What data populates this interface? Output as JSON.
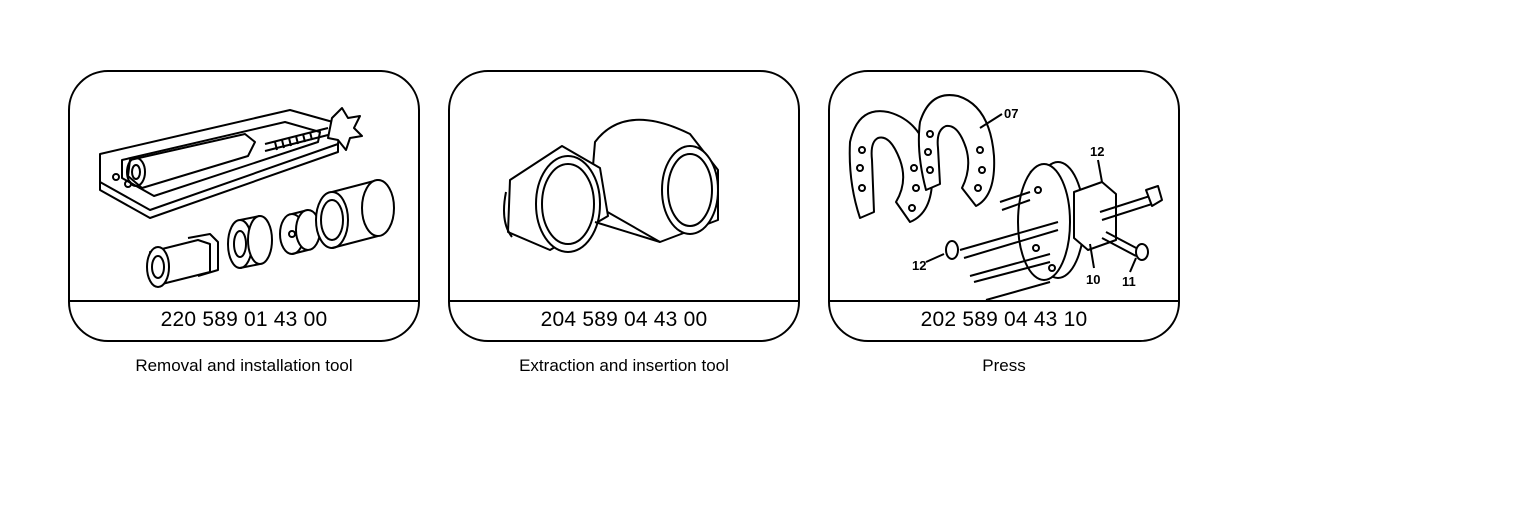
{
  "tools": [
    {
      "part_number": "220 589 01 43 00",
      "caption": "Removal and installation tool",
      "illustration": "removal-installation-tool-drawing"
    },
    {
      "part_number": "204 589 04 43 00",
      "caption": "Extraction and insertion tool",
      "illustration": "extraction-insertion-sleeves-drawing"
    },
    {
      "part_number": "202 589 04 43 10",
      "caption": "Press",
      "illustration": "press-assembly-drawing",
      "callouts": [
        "07",
        "12",
        "12",
        "10",
        "11"
      ]
    }
  ]
}
